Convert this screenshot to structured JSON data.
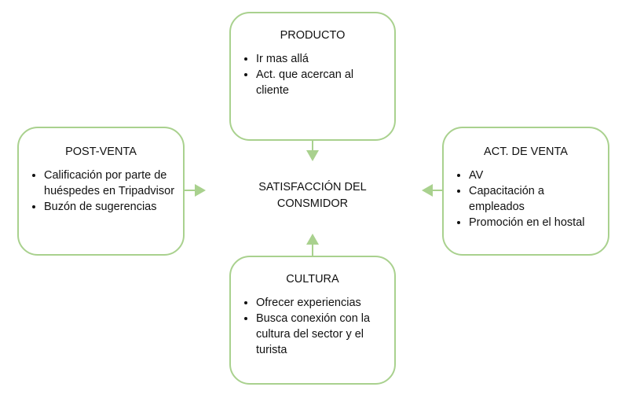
{
  "center": {
    "line1": "SATISFACCIÓN DEL",
    "line2": "CONSMIDOR"
  },
  "nodes": {
    "producto": {
      "title": "PRODUCTO",
      "items": [
        "Ir mas allá",
        "Act. que acercan al cliente"
      ]
    },
    "post_venta": {
      "title": "POST-VENTA",
      "items": [
        "Calificación por parte de huéspedes en Tripadvisor",
        "Buzón de sugerencias"
      ]
    },
    "act_venta": {
      "title": "ACT. DE VENTA",
      "items": [
        "AV",
        "Capacitación a empleados",
        "Promoción en el hostal"
      ]
    },
    "cultura": {
      "title": "CULTURA",
      "items": [
        "Ofrecer experiencias",
        "Busca conexión con la cultura del sector y el turista"
      ]
    }
  },
  "colors": {
    "accent": "#a9d18e"
  }
}
